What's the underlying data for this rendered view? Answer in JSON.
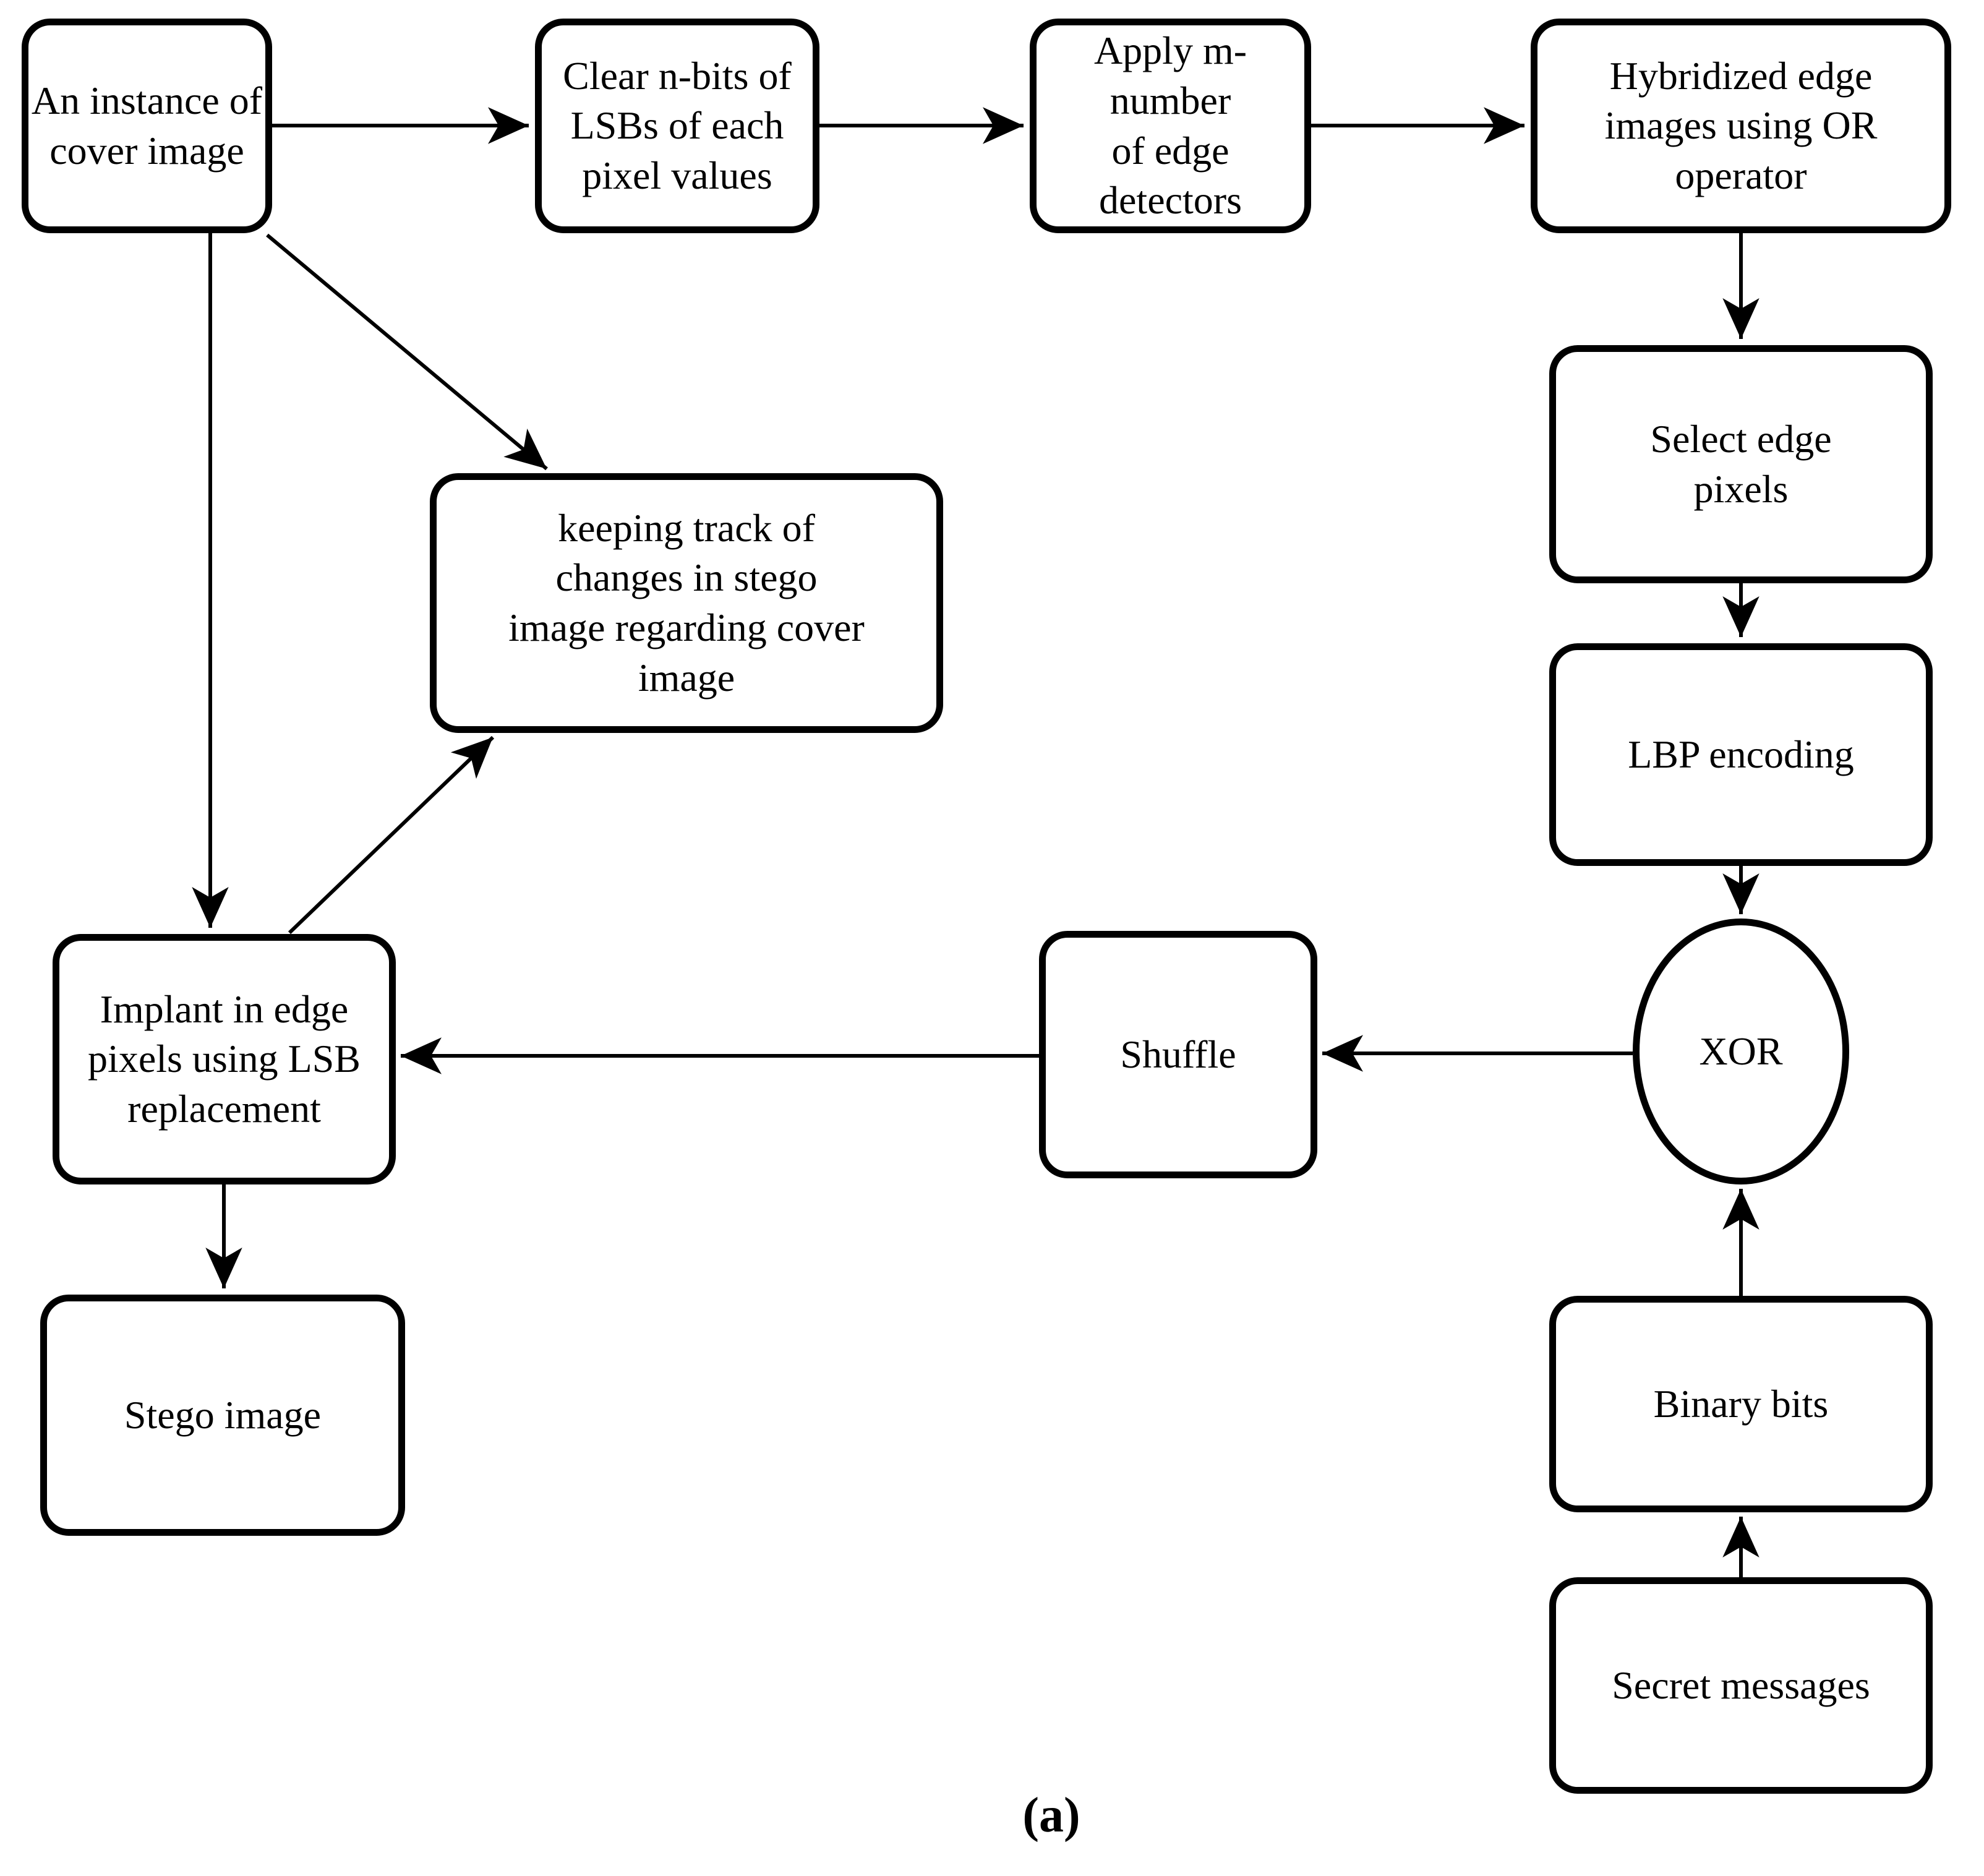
{
  "diagram": {
    "caption": "(a)",
    "colors": {
      "stroke": "#000000",
      "background": "#ffffff",
      "text": "#000000"
    },
    "nodes": {
      "cover_image": "An instance of\ncover image",
      "clear_bits": "Clear n-bits of\nLSBs of each\npixel values",
      "edge_detectors": "Apply m-number\nof edge detectors",
      "hybridized": "Hybridized edge\nimages using OR\noperator",
      "select_pixels": "Select edge\npixels",
      "lbp_encoding": "LBP encoding",
      "xor": "XOR",
      "shuffle": "Shuffle",
      "implant": "Implant in edge\npixels using LSB\nreplacement",
      "keeping_track": "keeping track of\nchanges in stego\nimage regarding cover\nimage",
      "stego_image": "Stego image",
      "binary_bits": "Binary bits",
      "secret_messages": "Secret messages"
    }
  }
}
